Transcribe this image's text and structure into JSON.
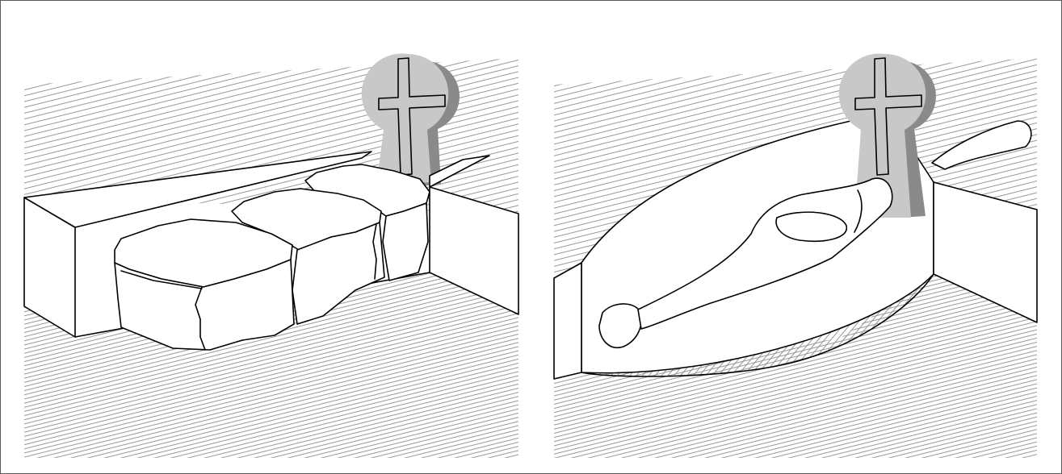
{
  "figure": {
    "panels": [
      {
        "id": "left",
        "content": "stone-slab-grave-with-cross-headstone"
      },
      {
        "id": "right",
        "content": "earth-grave-with-burial-and-cross-headstone"
      }
    ],
    "colors": {
      "background": "#ffffff",
      "hatch": "#8c8c8c",
      "headstone_light": "#c8c8c8",
      "headstone_dark": "#8a8a8a",
      "outline": "#000000",
      "frame": "#5a5a5a"
    }
  }
}
